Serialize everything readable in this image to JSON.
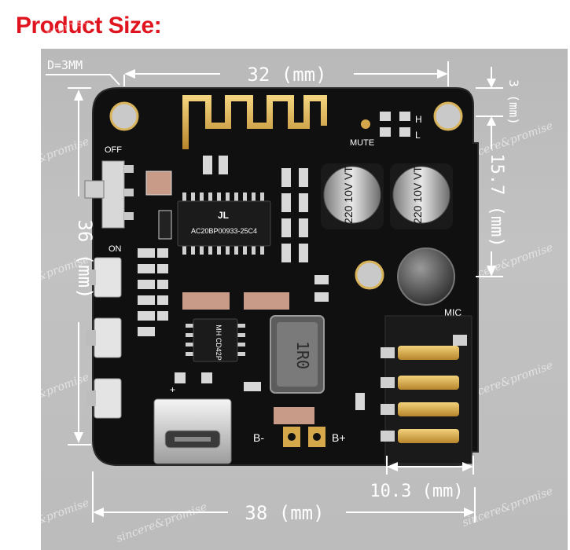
{
  "title": "Product Size:",
  "dimensions": {
    "thickness": "D=3MM",
    "width_top": "32 (mm)",
    "height_left": "36 (mm)",
    "right_top": "3 (mm)",
    "right_mid": "15.7 (mm)",
    "jack_width": "10.3 (mm)",
    "width_bottom": "38 (mm)"
  },
  "board_labels": {
    "off": "OFF",
    "on": "ON",
    "mute": "MUTE",
    "h": "H",
    "l": "L",
    "mic": "MIC",
    "b_minus": "B-",
    "b_plus": "B+",
    "plus": "+",
    "chip_main": "AC20BP00933-25C4",
    "chip_logo": "JL",
    "chip_amp": "MH CD42P",
    "inductor": "1R0",
    "cap_left": "220 10V VT",
    "cap_right": "220 10V VT"
  },
  "watermark": "sincere&promise",
  "colors": {
    "title": "#e0141e",
    "pcb": "#0f0f10",
    "gold": "#d4a84a",
    "background": "#bcbcbc"
  }
}
